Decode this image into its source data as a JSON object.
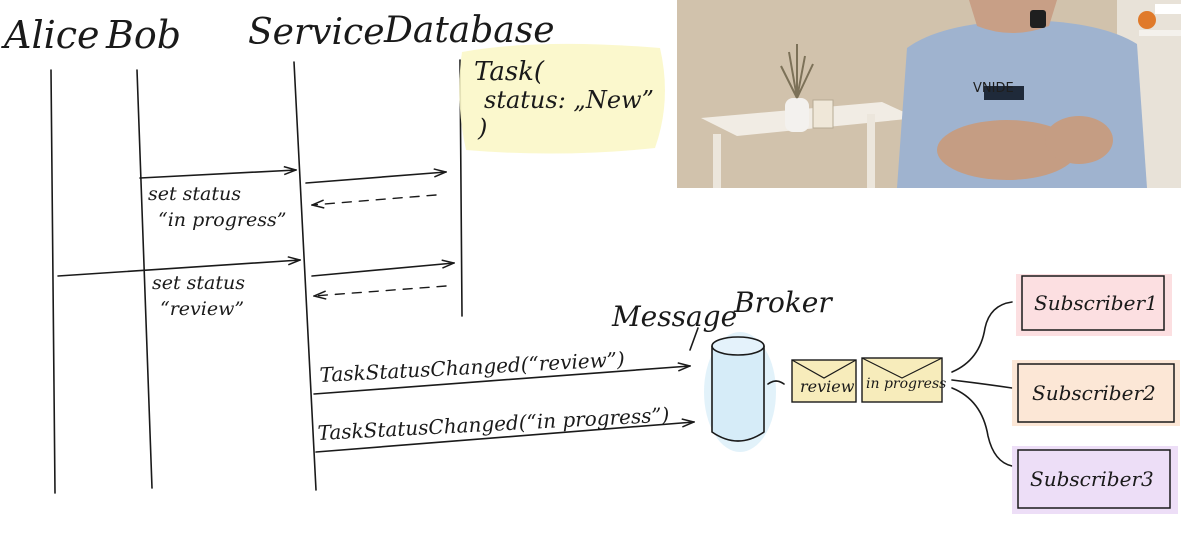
{
  "actors": [
    "Alice",
    "Bob",
    "Service",
    "Database"
  ],
  "note": {
    "line1": "Task(",
    "line2": "status: „New”",
    "line3": ")"
  },
  "messages": [
    {
      "line1": "set status",
      "line2": "“in progress”"
    },
    {
      "line1": "set status",
      "line2": "“review”"
    }
  ],
  "events": [
    "TaskStatusChanged(“review”)",
    "TaskStatusChanged(“in progress”)"
  ],
  "broker": {
    "label_part1": "Message",
    "label_part2": "Broker"
  },
  "queue_items": [
    "review",
    "in progress"
  ],
  "subscribers": [
    "Subscriber1",
    "Subscriber2",
    "Subscriber3"
  ],
  "colors": {
    "note_highlight": "#fbf7c8",
    "broker_fill": "#d6ecf8",
    "envelope_fill": "#f7ecbb",
    "subscriber1_fill": "#fbd9dc",
    "subscriber2_fill": "#fbe3cf",
    "subscriber3_fill": "#ead8f6",
    "ink": "#1a1a1a"
  },
  "video": {
    "shirt_text": "VNIDE"
  }
}
